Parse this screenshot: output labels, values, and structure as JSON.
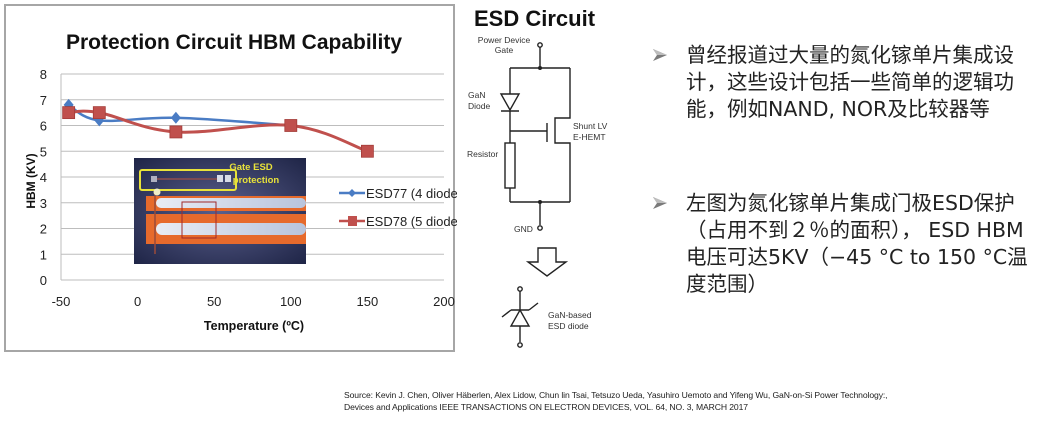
{
  "chart_data": {
    "type": "line",
    "title": "Protection Circuit HBM Capability",
    "xlabel": "Temperature (ºC)",
    "ylabel": "HBM (KV)",
    "xlim": [
      -50,
      200
    ],
    "ylim": [
      0,
      8
    ],
    "xticks": [
      -50,
      0,
      50,
      100,
      150,
      200
    ],
    "yticks": [
      0,
      1,
      2,
      3,
      4,
      5,
      6,
      7,
      8
    ],
    "grid": "horizontal",
    "legend_position": "right",
    "series": [
      {
        "name": "ESD77 (4 diode)",
        "color": "#4a7cc4",
        "marker": "diamond",
        "x": [
          -45,
          -25,
          25,
          100
        ],
        "y": [
          6.8,
          6.2,
          6.3,
          6.0
        ]
      },
      {
        "name": "ESD78 (5 diode)",
        "color": "#c0504d",
        "marker": "square",
        "x": [
          -45,
          -25,
          25,
          100,
          150
        ],
        "y": [
          6.5,
          6.5,
          5.75,
          6.0,
          5.0
        ]
      }
    ],
    "inset_image": {
      "label_line1": "Gate ESD",
      "label_line2": "protection"
    }
  },
  "circuit": {
    "title": "ESD Circuit",
    "labels": {
      "power_gate_1": "Power Device",
      "power_gate_2": "Gate",
      "diode_1": "GaN",
      "diode_2": "Diode",
      "resistor": "Resistor",
      "hemt_1": "Shunt LV",
      "hemt_2": "E-HEMT",
      "gnd": "GND",
      "esd_diode_1": "GaN-based",
      "esd_diode_2": "ESD diode"
    }
  },
  "bullets": [
    {
      "text": "曾经报道过大量的氮化镓单片集成设计，这些设计包括一些简单的逻辑功能，例如NAND, NOR及比较器等"
    },
    {
      "text": "左图为氮化镓单片集成门极ESD保护（占用不到２％的面积）， ESD HBM 电压可达5KV（−45 °C to 150 °C温度范围）"
    }
  ],
  "source": {
    "line1": "Source:  Kevin J. Chen, Oliver Häberlen, Alex Lidow, Chun lin Tsai, Tetsuzo Ueda, Yasuhiro Uemoto and Yifeng Wu, GaN-on-Si Power Technology:,",
    "line2": "Devices and Applications  IEEE TRANSACTIONS ON ELECTRON DEVICES, VOL. 64, NO. 3, MARCH 2017"
  }
}
